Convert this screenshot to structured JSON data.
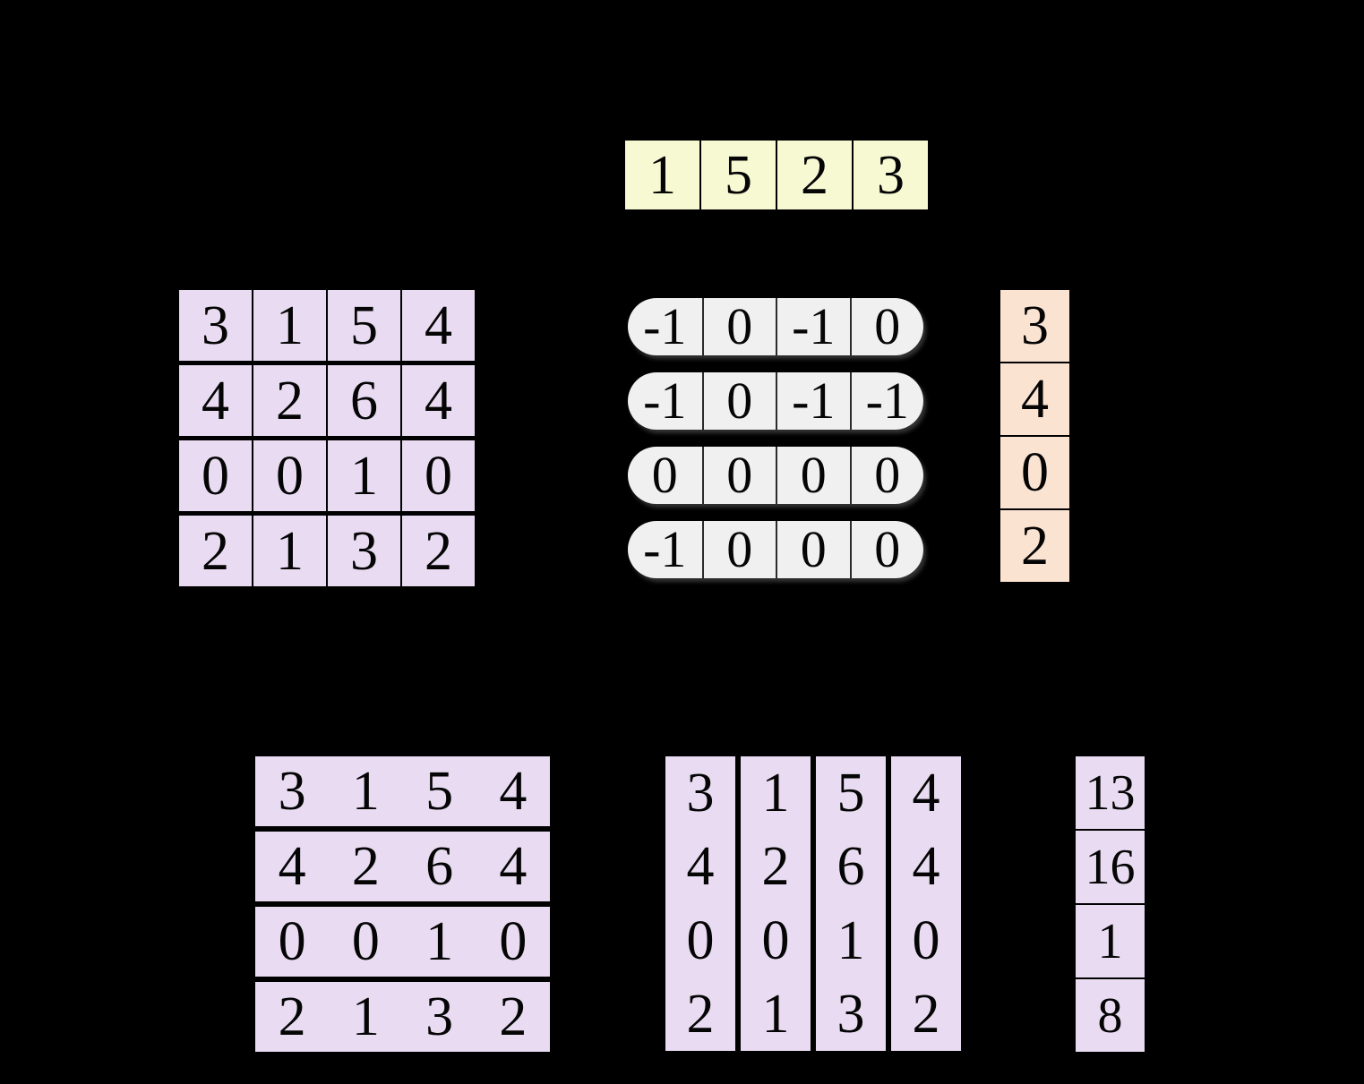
{
  "colors": {
    "background": "#000000",
    "lavender": "#E9DCF2",
    "yellow": "#F7F9D3",
    "gray": "#F0F0F0",
    "peach": "#FBE3D2",
    "digit": "#050505"
  },
  "top_row_vector": {
    "cells": [
      "1",
      "5",
      "2",
      "3"
    ]
  },
  "matrix_a": {
    "rows": [
      [
        "3",
        "1",
        "5",
        "4"
      ],
      [
        "4",
        "2",
        "6",
        "4"
      ],
      [
        "0",
        "0",
        "1",
        "0"
      ],
      [
        "2",
        "1",
        "3",
        "2"
      ]
    ]
  },
  "gray_row_vectors": {
    "rows": [
      [
        "-1",
        "0",
        "-1",
        "0"
      ],
      [
        "-1",
        "0",
        "-1",
        "-1"
      ],
      [
        "0",
        "0",
        "0",
        "0"
      ],
      [
        "-1",
        "0",
        "0",
        "0"
      ]
    ]
  },
  "peach_column_vector": {
    "cells": [
      "3",
      "4",
      "0",
      "2"
    ]
  },
  "matrix_rows_view": {
    "rows": [
      [
        "3",
        "1",
        "5",
        "4"
      ],
      [
        "4",
        "2",
        "6",
        "4"
      ],
      [
        "0",
        "0",
        "1",
        "0"
      ],
      [
        "2",
        "1",
        "3",
        "2"
      ]
    ]
  },
  "matrix_columns_view": {
    "columns": [
      [
        "3",
        "4",
        "0",
        "2"
      ],
      [
        "1",
        "2",
        "0",
        "1"
      ],
      [
        "5",
        "6",
        "1",
        "3"
      ],
      [
        "4",
        "4",
        "0",
        "2"
      ]
    ]
  },
  "result_vector": {
    "cells": [
      "13",
      "16",
      "1",
      "8"
    ]
  }
}
